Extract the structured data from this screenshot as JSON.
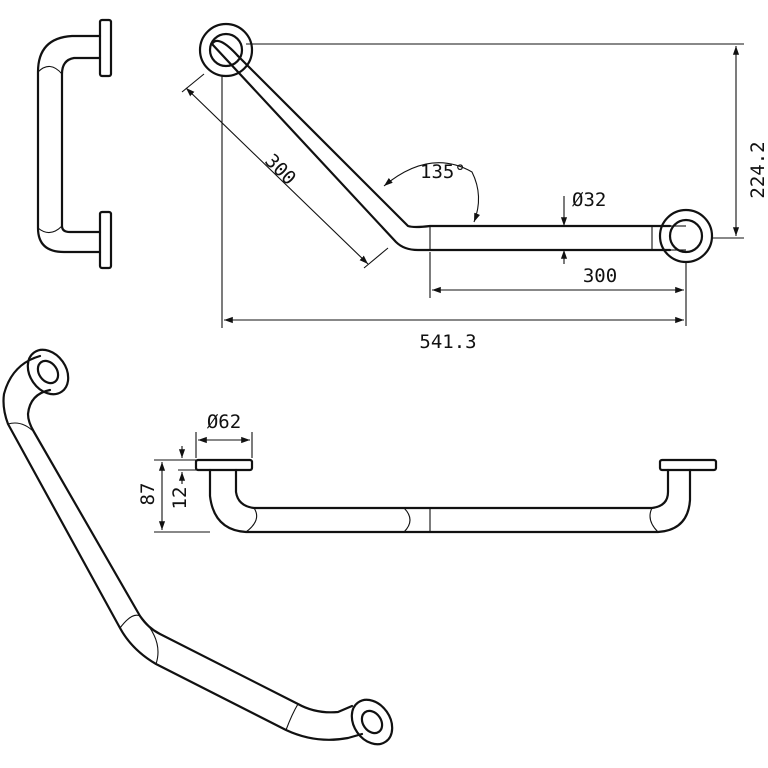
{
  "dimensions": {
    "arm_length_angled": "300",
    "angle": "135°",
    "tube_diameter": "Ø32",
    "arm_length_straight": "300",
    "overall_length": "541.3",
    "overall_height": "224.2",
    "flange_diameter": "Ø62",
    "projection": "87",
    "flange_thickness": "12"
  },
  "colors": {
    "line": "#111111",
    "background": "#ffffff"
  }
}
